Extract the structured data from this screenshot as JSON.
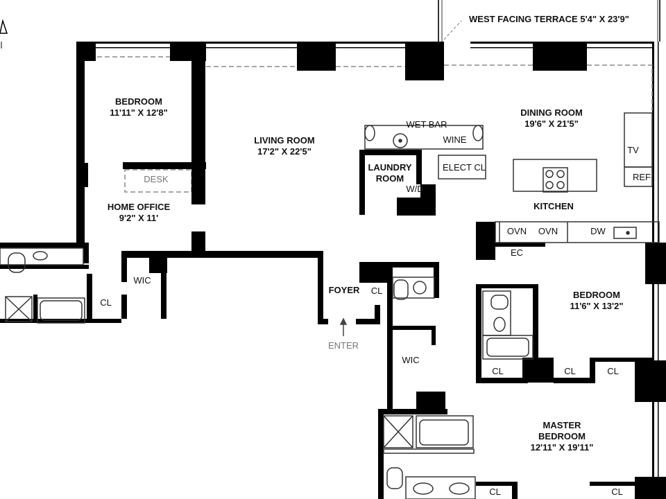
{
  "terrace": {
    "label": "WEST FACING TERRACE 5'4\" X 23'9\""
  },
  "bedroom_1": {
    "name": "BEDROOM",
    "size": "11'11\" X 12'8\""
  },
  "living_room": {
    "name": "LIVING ROOM",
    "size": "17'2\" X 22'5\""
  },
  "dining_room": {
    "name": "DINING ROOM",
    "size": "19'6\" X 21'5\""
  },
  "wet_bar": {
    "label": "WET BAR",
    "wine": "WINE"
  },
  "laundry": {
    "line1": "LAUNDRY",
    "line2": "ROOM",
    "wd": "W/D"
  },
  "elect_cl": "ELECT CL",
  "tv": "TV",
  "ref": "REF",
  "desk": "DESK",
  "home_office": {
    "name": "HOME OFFICE",
    "size": "9'2\" X 11'"
  },
  "kitchen": {
    "name": "KITCHEN",
    "ovn1": "OVN",
    "ovn2": "OVN",
    "dw": "DW",
    "ec": "EC"
  },
  "wic_1": "WIC",
  "cl_1": "CL",
  "foyer": "FOYER",
  "cl_foyer": "CL",
  "enter": "ENTER",
  "bedroom_2": {
    "name": "BEDROOM",
    "size": "11'6\" X 13'2\""
  },
  "wic_2": "WIC",
  "cl_bath": "CL",
  "cl_bed2a": "CL",
  "cl_bed2b": "CL",
  "master_bedroom": {
    "line1": "MASTER",
    "line2": "BEDROOM",
    "size": "12'11\" X 19'11\""
  },
  "cl_master1": "CL",
  "cl_master2": "CL",
  "colors": {
    "wall": "#000000",
    "fixture_line": "#333333",
    "dashed": "#8a8a8a",
    "background": "#ffffff"
  }
}
